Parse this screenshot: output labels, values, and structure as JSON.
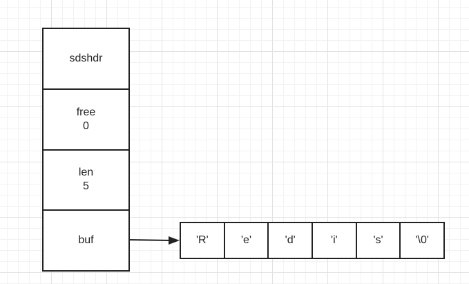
{
  "struct": {
    "fields": [
      {
        "label": "sdshdr",
        "value": ""
      },
      {
        "label": "free",
        "value": "0"
      },
      {
        "label": "len",
        "value": "5"
      },
      {
        "label": "buf",
        "value": ""
      }
    ]
  },
  "buffer": {
    "cells": [
      "'R'",
      "'e'",
      "'d'",
      "'i'",
      "'s'",
      "'\\0'"
    ]
  },
  "colors": {
    "stroke": "#222222",
    "grid": "#e2e2e2"
  }
}
